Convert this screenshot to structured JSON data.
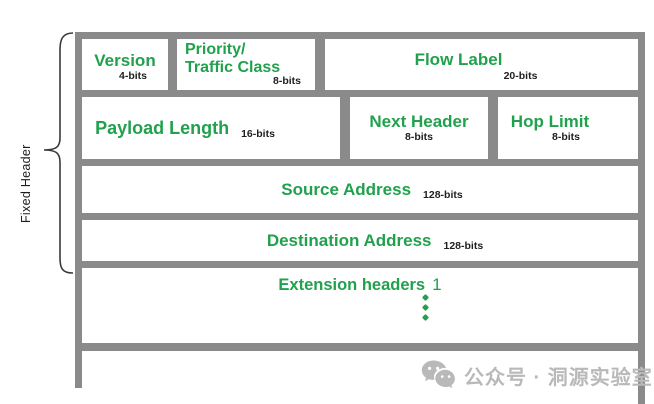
{
  "side_label": "Fixed Header",
  "rows": {
    "version": {
      "label": "Version",
      "bits": "4-bits"
    },
    "priority": {
      "line1": "Priority/",
      "line2": "Traffic Class",
      "bits": "8-bits"
    },
    "flow": {
      "label": "Flow Label",
      "bits": "20-bits"
    },
    "payload": {
      "label": "Payload Length",
      "bits": "16-bits"
    },
    "next_header": {
      "label": "Next Header",
      "bits": "8-bits"
    },
    "hop_limit": {
      "label": "Hop Limit",
      "bits": "8-bits"
    },
    "source": {
      "label": "Source Address",
      "bits": "128-bits"
    },
    "destination": {
      "label": "Destination Address",
      "bits": "128-bits"
    },
    "extension": {
      "label": "Extension headers",
      "index": "1"
    }
  },
  "watermark": {
    "text": "公众号 · 洞源实验室",
    "icon": "wechat-logo"
  },
  "colors": {
    "green": "#21a14d",
    "gray": "#8a8a8a",
    "text": "#1f1f1f",
    "watermark": "#b9b9b9"
  }
}
